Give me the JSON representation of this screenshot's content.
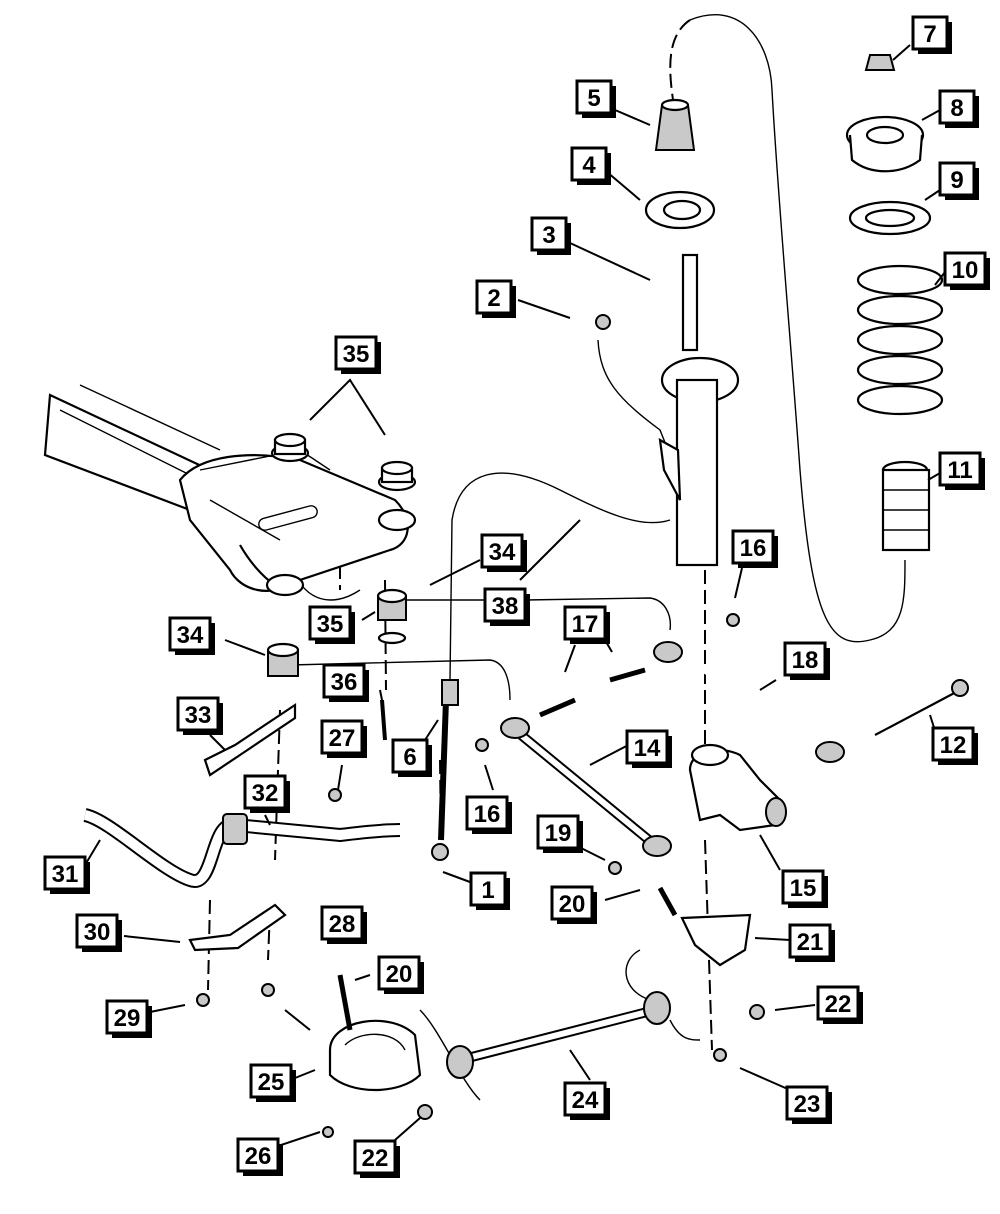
{
  "labels": {
    "l1": "1",
    "l2": "2",
    "l3": "3",
    "l4": "4",
    "l5": "5",
    "l6": "6",
    "l7": "7",
    "l8": "8",
    "l9": "9",
    "l10": "10",
    "l11": "11",
    "l12": "12",
    "l14": "14",
    "l15": "15",
    "l16a": "16",
    "l16b": "16",
    "l17": "17",
    "l18": "18",
    "l19": "19",
    "l20a": "20",
    "l20b": "20",
    "l21": "21",
    "l22a": "22",
    "l22b": "22",
    "l23": "23",
    "l24": "24",
    "l25": "25",
    "l26": "26",
    "l27": "27",
    "l28": "28",
    "l29": "29",
    "l30": "30",
    "l31": "31",
    "l32": "32",
    "l33": "33",
    "l34a": "34",
    "l34b": "34",
    "l35a": "35",
    "l35b": "35",
    "l36": "36",
    "l38": "38"
  }
}
